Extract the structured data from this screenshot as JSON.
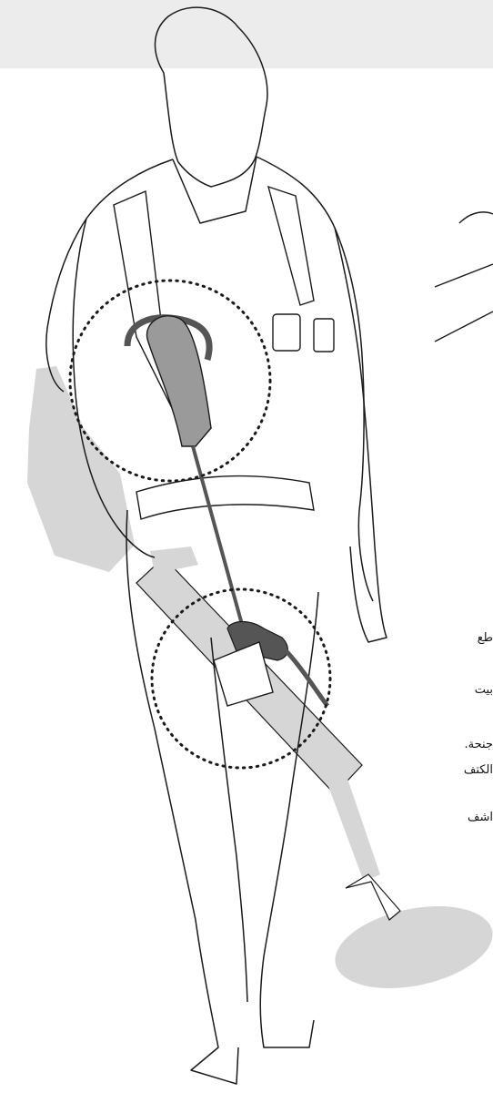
{
  "colors": {
    "band": "#ececec",
    "outline": "#1a1a1a",
    "detector_fill": "#d6d6d6",
    "clip_dark": "#555555",
    "clip_light": "#9a9a9a",
    "dotted_circle": "#1a1a1a"
  },
  "text_fragments": [
    "طع",
    "بيت",
    "جنحة.",
    "الكتف",
    "اشف"
  ]
}
